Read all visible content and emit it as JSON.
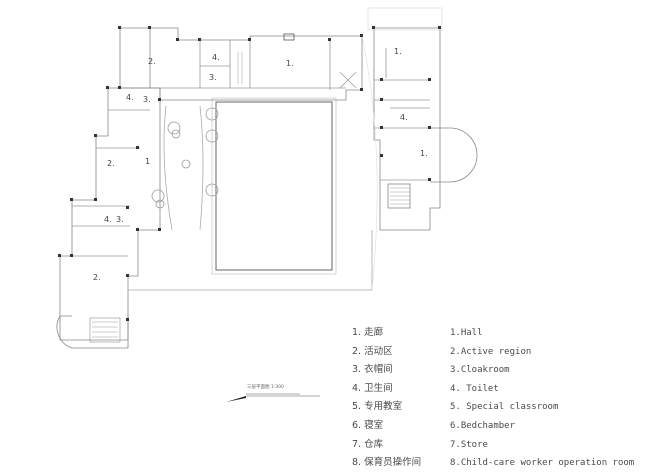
{
  "rooms": [
    {
      "id": "r2a",
      "label": "2."
    },
    {
      "id": "r4a",
      "label": "4."
    },
    {
      "id": "r3a",
      "label": "3."
    },
    {
      "id": "r1a",
      "label": "1."
    },
    {
      "id": "r1b",
      "label": "1."
    },
    {
      "id": "r4b",
      "label": "4."
    },
    {
      "id": "r3b",
      "label": "3."
    },
    {
      "id": "r2b",
      "label": "2."
    },
    {
      "id": "r1c",
      "label": "1"
    },
    {
      "id": "r4c",
      "label": "4."
    },
    {
      "id": "r3c",
      "label": "3."
    },
    {
      "id": "r2c",
      "label": "2."
    },
    {
      "id": "r4d",
      "label": "4."
    },
    {
      "id": "r1d",
      "label": "1."
    }
  ],
  "legend_cn": [
    "1. 走廊",
    "2. 活动区",
    "3. 衣帽间",
    "4. 卫生间",
    "5. 专用教室",
    "6. 寝室",
    "7. 仓库",
    "8. 保育员操作间"
  ],
  "legend_en": [
    "1.Hall",
    "2.Active region",
    "3.Cloakroom",
    "4. Toilet",
    "5. Special classroom",
    "6.Bedchamber",
    "7.Store",
    "8.Child-care worker operation room"
  ],
  "scale_title": "三层平面图 1:300"
}
